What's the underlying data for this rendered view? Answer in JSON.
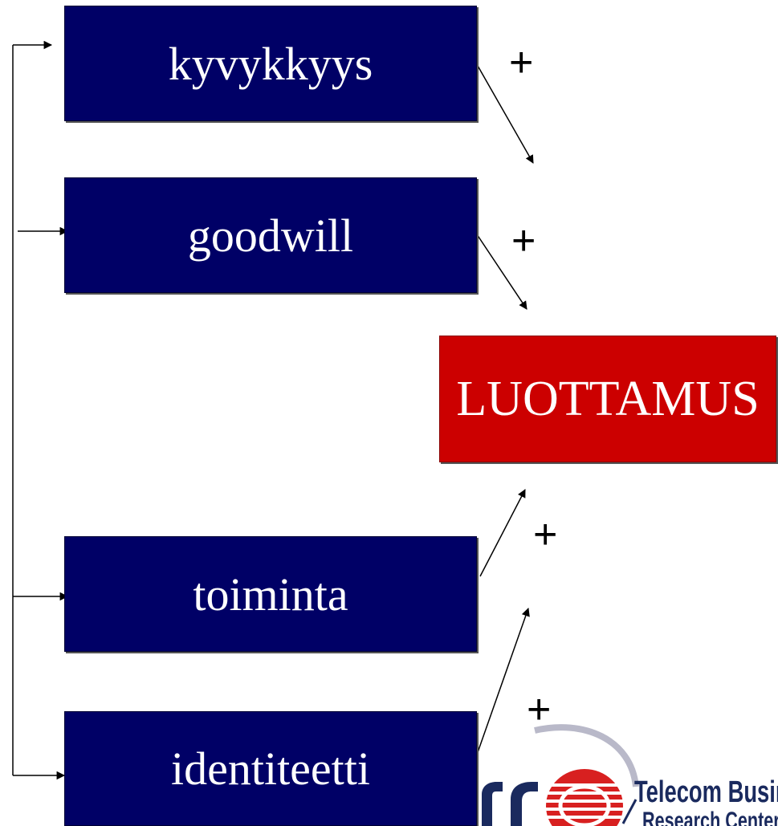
{
  "boxes": {
    "kyvykkyys": "kyvykkyys",
    "goodwill": "goodwill",
    "luottamus": "LUOTTAMUS",
    "toiminta": "toiminta",
    "identiteetti": "identiteetti"
  },
  "signs": {
    "kyvykkyys": "+",
    "goodwill": "+",
    "toiminta": "+",
    "identiteetti": "+"
  },
  "colors": {
    "input_box": "#000066",
    "output_box": "#cc0000"
  },
  "logo": {
    "line1": "Telecom Business",
    "line2": "Research Center"
  }
}
